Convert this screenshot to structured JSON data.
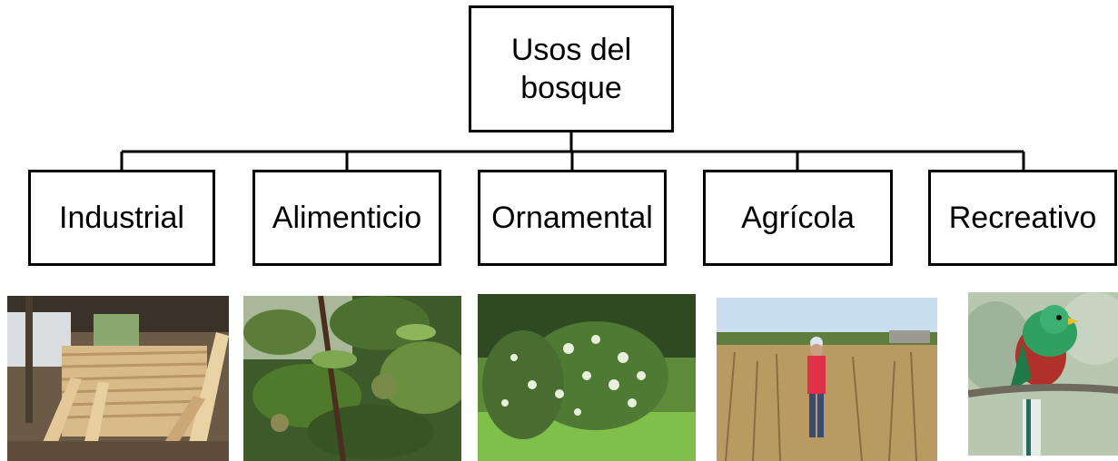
{
  "diagram": {
    "root": {
      "label": "Usos del bosque"
    },
    "children": [
      {
        "label": "Industrial"
      },
      {
        "label": "Alimenticio"
      },
      {
        "label": "Ornamental"
      },
      {
        "label": "Agrícola"
      },
      {
        "label": "Recreativo"
      }
    ],
    "line_color": "#000000"
  },
  "photos": [
    {
      "depicts": "stacked lumber planks"
    },
    {
      "depicts": "green tree foliage with fruit"
    },
    {
      "depicts": "flowering shrub on lawn"
    },
    {
      "depicts": "person standing in dry corn field"
    },
    {
      "depicts": "quetzal bird on branch"
    }
  ]
}
